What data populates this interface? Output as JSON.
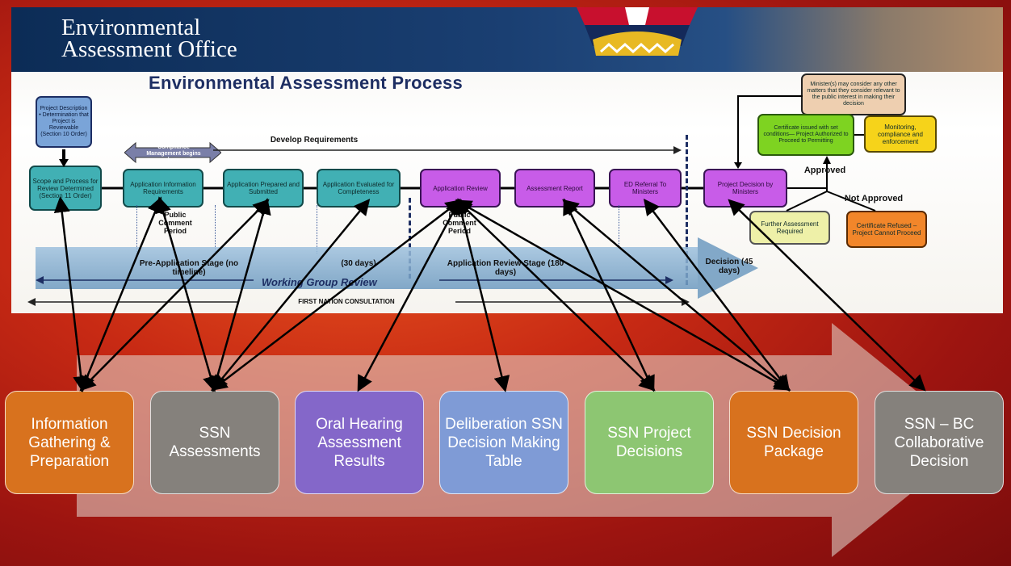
{
  "slide": {
    "office_title_line1": "Environmental",
    "office_title_line2": "Assessment Office",
    "process_title": "Environmental Assessment Process",
    "boxes": {
      "project_description": "Project Description • Determination that Project is Reviewable (Section 10 Order)",
      "scope": "Scope and Process for Review Determined (Section 11 Order)",
      "app_info": "Application Information Requirements",
      "app_prepared": "Application Prepared and Submitted",
      "app_evaluated": "Application Evaluated for Completeness",
      "app_review": "Application Review",
      "assessment_report": "Assessment Report",
      "ed_referral": "ED Referral To Ministers",
      "project_decision": "Project Decision by Ministers",
      "ministers": "Minister(s) may consider any other matters that they consider relevant to the public interest in making their decision",
      "certificate": "Certificate issued with set conditions— Project Authorized to Proceed to Permitting",
      "monitoring": "Monitoring, compliance and enforcement",
      "further": "Further Assessment Required",
      "refused": "Certificate Refused – Project Cannot Proceed",
      "compliance": "Compliance Management begins here"
    },
    "labels": {
      "develop_requirements": "Develop Requirements",
      "public_comment_1": "Public Comment Period",
      "public_comment_2": "Public Comment Period",
      "approved": "Approved",
      "not_approved": "Not Approved",
      "pre_app": "Pre-Application Stage (no timeline)",
      "thirty_days": "(30 days)",
      "app_review_stage": "Application Review Stage (180 days)",
      "decision": "Decision (45 days)",
      "working_group": "Working Group Review",
      "first_nation": "FIRST NATION CONSULTATION"
    }
  },
  "flow_boxes": [
    {
      "label": "Information Gathering & Preparation",
      "color": "#d8721e"
    },
    {
      "label": "SSN Assessments",
      "color": "#85817c"
    },
    {
      "label": "Oral Hearing Assessment Results",
      "color": "#8467c9"
    },
    {
      "label": "Deliberation SSN Decision Making Table",
      "color": "#7f9bd6"
    },
    {
      "label": "SSN Project Decisions",
      "color": "#8dc672"
    },
    {
      "label": "SSN Decision Package",
      "color": "#d8721e"
    },
    {
      "label": "SSN – BC Collaborative Decision",
      "color": "#85817c"
    }
  ],
  "colors": {
    "background": "#c82a14",
    "arrow_band": "#d9d4cc",
    "teal_box": "#41b0b4",
    "purple_box": "#c85ce8",
    "navy": "#1d2e63"
  }
}
